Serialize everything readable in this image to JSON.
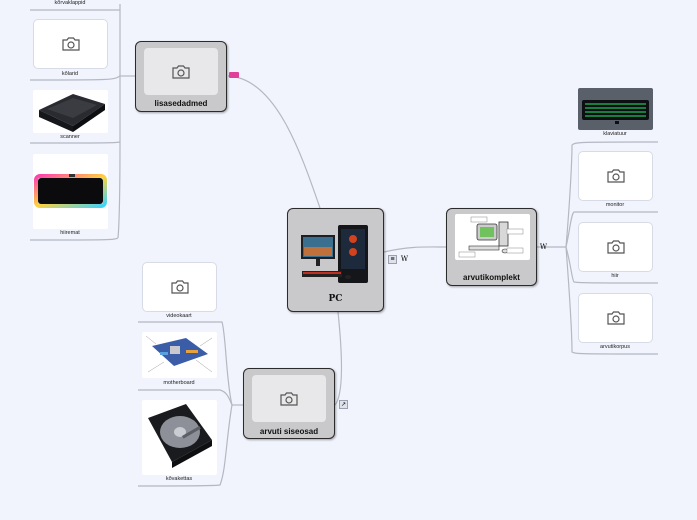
{
  "root": {
    "label": "PC"
  },
  "branches": {
    "peripherals": {
      "label": "lisasedadmed"
    },
    "computer_set": {
      "label": "arvutikomplekt"
    },
    "internal_parts": {
      "label": "arvuti siseosad"
    }
  },
  "peripheral_items": [
    "kõrvaklappid",
    "kõlarid",
    "scanner",
    "hiiremat"
  ],
  "set_items": [
    "klaviatuur",
    "monitor",
    "hiir",
    "arvutikorpus"
  ],
  "internal_items": [
    "videokaart",
    "motherboard",
    "kõvakettas"
  ],
  "markers": {
    "note_glyph": "≡",
    "wiki_glyph": "W",
    "link_glyph": "↗",
    "tag_glyph": "▮"
  },
  "colors": {
    "background": "#f1f4fd",
    "topic_fill": "#c9c9cb",
    "connector": "#b4b8c2",
    "marker_pink": "#e0409a"
  },
  "icons": [
    "camera-icon"
  ]
}
